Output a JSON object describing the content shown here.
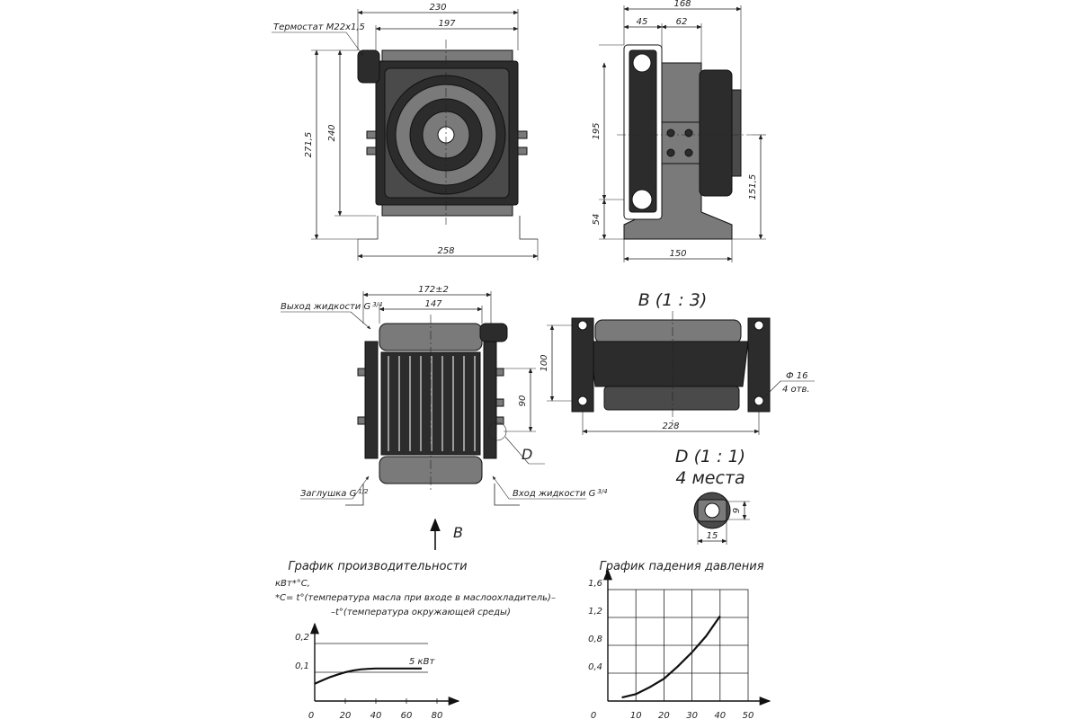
{
  "top_view": {
    "dim_width_total": "230",
    "dim_width_inner": "197",
    "dim_height_total": "271,5",
    "dim_height_inner": "240",
    "dim_base_width": "258",
    "thermostat_label": "Термостат М22х1,5"
  },
  "side_view": {
    "dim_depth_total": "168",
    "dim_depth_a": "45",
    "dim_depth_b": "62",
    "dim_height_upper": "195",
    "dim_height_lower": "54",
    "dim_axis_height": "151,5",
    "dim_base_width": "150"
  },
  "front_view": {
    "dim_width_total": "172±2",
    "dim_width_core": "147",
    "dim_mount_spacing": "90",
    "outlet_label": "Выход жидкости G",
    "outlet_thread": "3/4",
    "plug_label": "Заглушка G",
    "plug_thread": "1/2",
    "inlet_label": "Вход жидкости G",
    "inlet_thread": "3/4",
    "callout_d": "D",
    "arrow_label": "B"
  },
  "view_b": {
    "title": "B (1 : 3)",
    "dim_height": "100",
    "dim_width": "228",
    "hole_diameter": "Ф 16",
    "hole_count": "4 отв."
  },
  "detail_d": {
    "title": "D (1 : 1)",
    "subtitle": "4 места",
    "dim_height": "9",
    "dim_width": "15"
  },
  "chart_data": [
    {
      "type": "line",
      "title": "График производительности",
      "ylabel": "кВт*°С,",
      "notes": [
        "*С= t°(температура масла при входе в маслоохладитель)–",
        "–t°(температура окружающей среды)"
      ],
      "x_ticks": [
        "0",
        "20",
        "40",
        "60",
        "80"
      ],
      "y_ticks": [
        "0,1",
        "0,2"
      ],
      "xlim": [
        0,
        80
      ],
      "ylim": [
        0,
        0.2
      ],
      "series_annotation": "5 кВт",
      "x": [
        0,
        5,
        10,
        15,
        20,
        25,
        30,
        35,
        40,
        50,
        60,
        70
      ],
      "y": [
        0.06,
        0.072,
        0.083,
        0.092,
        0.1,
        0.106,
        0.11,
        0.112,
        0.113,
        0.113,
        0.113,
        0.113
      ]
    },
    {
      "type": "line",
      "title": "График падения давления",
      "x_ticks": [
        "0",
        "10",
        "20",
        "30",
        "40",
        "50"
      ],
      "y_ticks": [
        "0,4",
        "0,8",
        "1,2",
        "1,6"
      ],
      "xlim": [
        0,
        50
      ],
      "ylim": [
        0,
        1.6
      ],
      "grid": true,
      "x": [
        5,
        10,
        15,
        20,
        25,
        30,
        35,
        40
      ],
      "y": [
        0.05,
        0.1,
        0.2,
        0.32,
        0.5,
        0.7,
        0.93,
        1.22
      ]
    }
  ]
}
